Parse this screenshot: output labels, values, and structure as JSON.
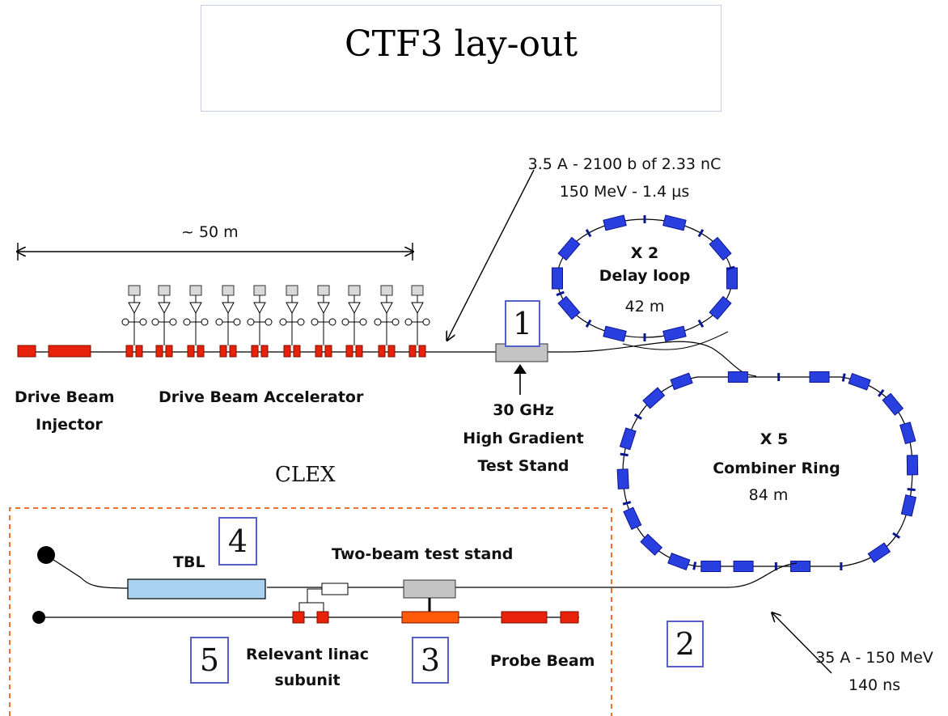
{
  "title": "CTF3 lay-out",
  "labels": {
    "distance": "~ 50 m",
    "beam_params_line1": "3.5 A - 2100 b of 2.33 nC",
    "beam_params_line2": "150 MeV -  1.4 µs",
    "delay_loop_mult": "X 2",
    "delay_loop_name": "Delay loop",
    "delay_loop_len": "42 m",
    "combiner_mult": "X 5",
    "combiner_name": "Combiner Ring",
    "combiner_len": "84 m",
    "injector_line1": "Drive Beam",
    "injector_line2": "Injector",
    "accelerator": "Drive Beam Accelerator",
    "test_stand_line1": "30 GHz",
    "test_stand_line2": "High Gradient",
    "test_stand_line3": "Test Stand",
    "clex": "CLEX",
    "tbl": "TBL",
    "two_beam": "Two-beam test stand",
    "relevant_line1": "Relevant linac",
    "relevant_line2": "subunit",
    "probe_beam": "Probe Beam",
    "output_line1": "35 A - 150 MeV",
    "output_line2": "140 ns"
  },
  "numbers": [
    "1",
    "2",
    "3",
    "4",
    "5"
  ],
  "colors": {
    "klystron_red": "#e8220a",
    "probe_orange": "#ff5a0a",
    "ring_magnet_blue": "#2a3fe0",
    "ring_magnet_edge": "#0a1790",
    "tbl_blue": "#a9d2f2",
    "test_stand_gray": "#c4c4c4",
    "clex_border": "#f07030",
    "number_box_border": "#5561c9"
  }
}
